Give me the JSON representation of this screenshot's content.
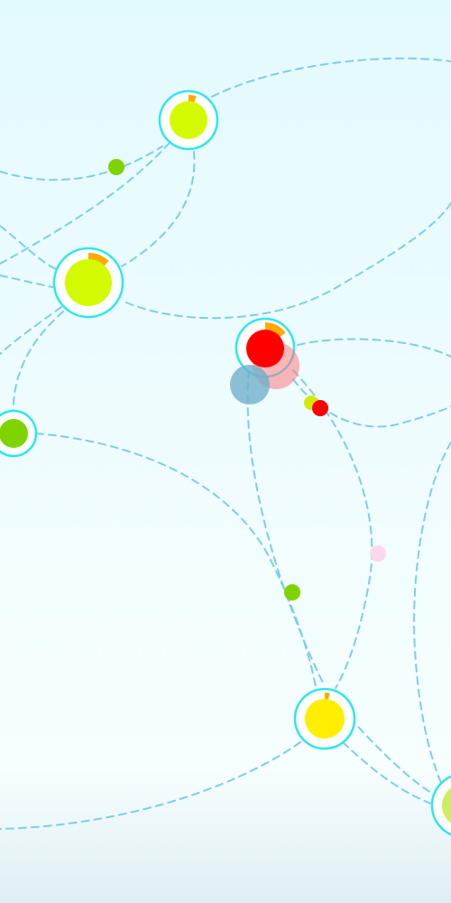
{
  "colors": {
    "path": "#7fcdea",
    "ring": "#2ee6ee",
    "yellow_green": "#d4fa00",
    "yellow": "#ffee00",
    "green": "#7fd400",
    "red": "#ff0000",
    "pink_light": "#ffc8d2",
    "pink_unit": "#ffd6f0",
    "blue_unit": "#6fb0cc",
    "progress": "#ffaa00"
  },
  "nodes": [
    {
      "id": "top",
      "owner": "yellow-green",
      "progress": 0.05
    },
    {
      "id": "left-big",
      "owner": "yellow-green",
      "progress": 0.12
    },
    {
      "id": "center",
      "owner": "red",
      "progress": 0.15
    },
    {
      "id": "left-edge",
      "owner": "green",
      "progress": 0
    },
    {
      "id": "bottom",
      "owner": "yellow",
      "progress": 0.03
    },
    {
      "id": "corner",
      "owner": "yellow-green",
      "progress": 0
    }
  ]
}
